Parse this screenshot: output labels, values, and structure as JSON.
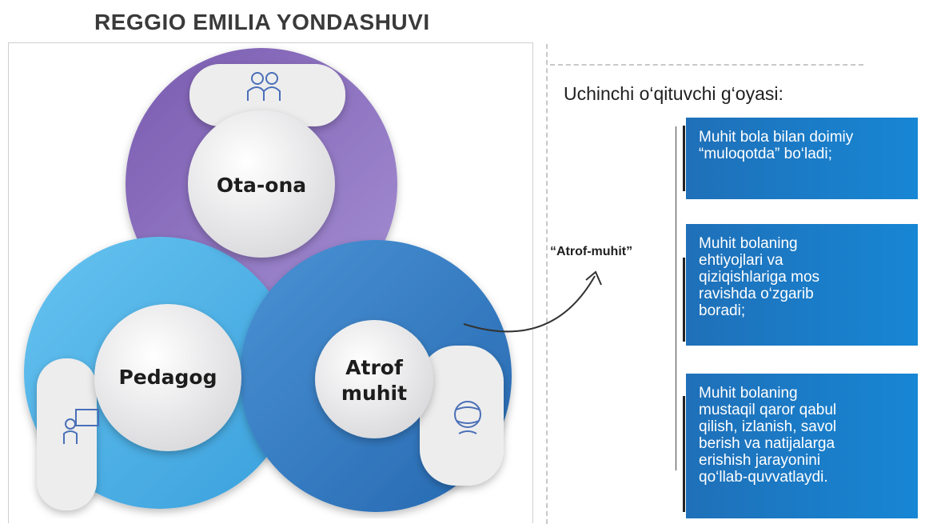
{
  "title": "REGGIO EMILIA YONDASHUVI",
  "subtitle": "Uchinchi o‘qituvchi g‘oyasi:",
  "atrof_label": "“Atrof-muhit”",
  "rings": {
    "top": {
      "label": "Ota-ona",
      "color": "#8a6bbd",
      "icon": "parents-icon"
    },
    "left": {
      "label": "Pedagog",
      "color": "#4fb3e8",
      "icon": "teacher-board-icon"
    },
    "right": {
      "label_line1": "Atrof",
      "label_line2": "muhit",
      "color": "#2f7fc7",
      "icon": "environment-globe-icon"
    }
  },
  "boxes": [
    {
      "text": "Muhit bola bilan doimiy “muloqotda” bo‘ladi;"
    },
    {
      "text": "Muhit bolaning ehtiyojlari va qiziqishlariga mos ravishda o‘zgarib boradi;"
    },
    {
      "text": "Muhit bolaning mustaqil qaror qabul qilish, izlanish, savol berish va natijalarga erishish jarayonini qo‘llab-quvvatlaydi."
    }
  ],
  "colors": {
    "box_blue": "#1a7cc8",
    "purple": "#8a6bbd",
    "light_blue": "#4fb3e8",
    "mid_blue": "#2f7fc7"
  }
}
